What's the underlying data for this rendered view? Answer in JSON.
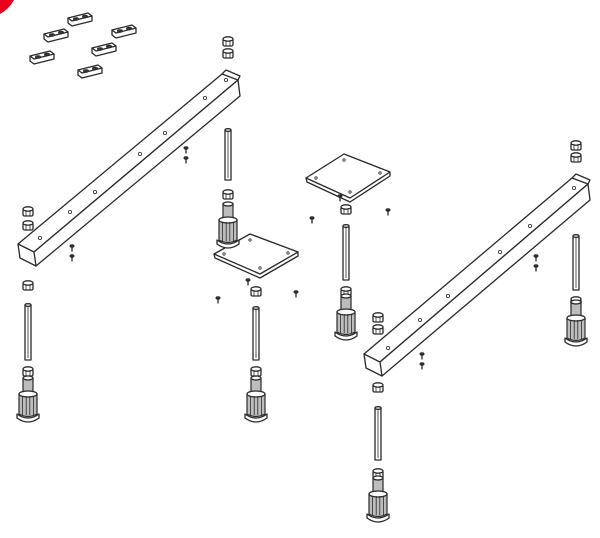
{
  "diagram": {
    "accent_color": "#e8001c",
    "line_color": "#2a2a2a",
    "parts": {
      "rails": 2,
      "plates": 2,
      "legs": 6,
      "threaded_rods": 6,
      "clips": 6
    },
    "icons": [
      "corner-mark-icon"
    ]
  }
}
